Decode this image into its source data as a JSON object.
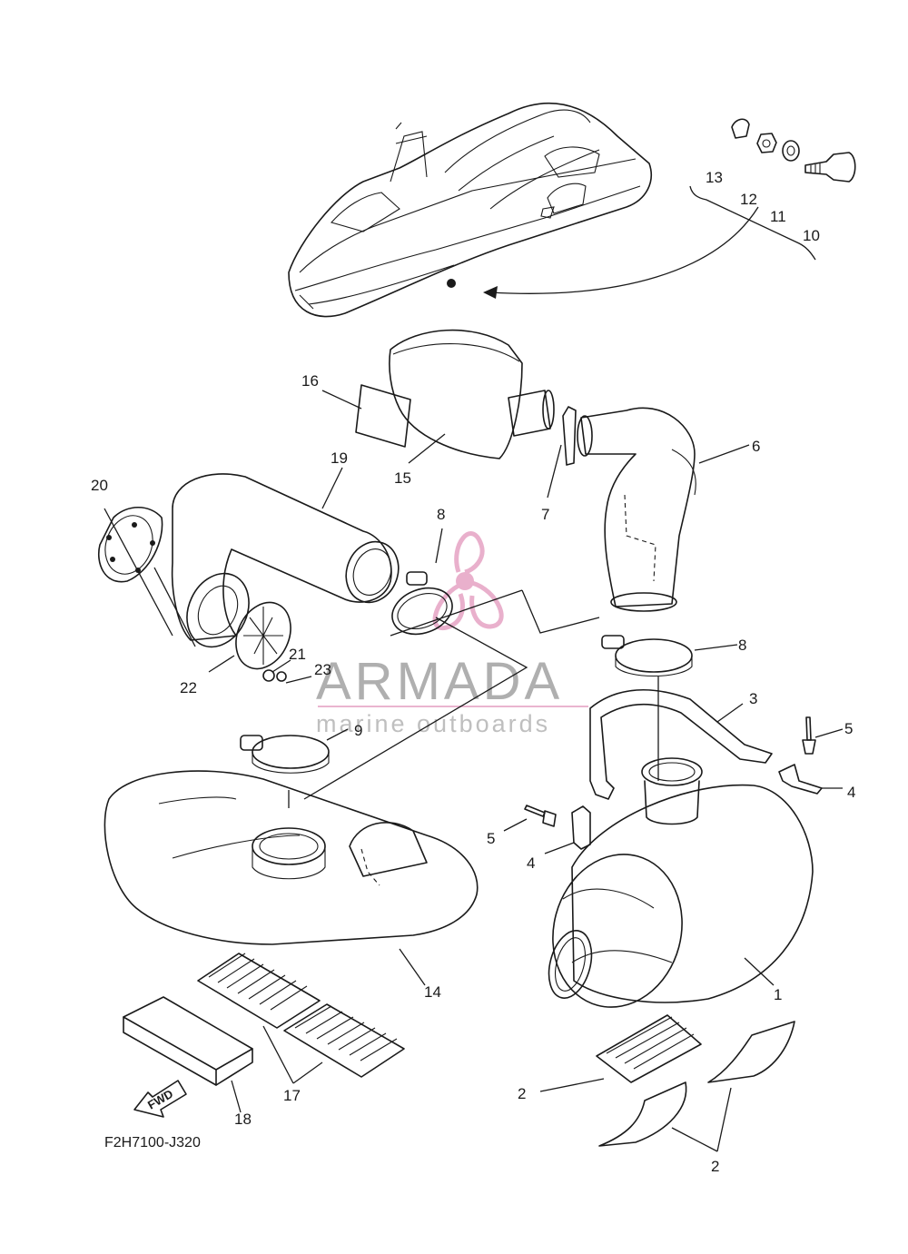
{
  "diagram_code": "F2H7100-J320",
  "fwd_label": "FWD",
  "watermark": {
    "title": "ARMADA",
    "subtitle": "marine outboards",
    "accent_color": "#e6a3c4"
  },
  "callouts": [
    {
      "id": "c1",
      "label": "1"
    },
    {
      "id": "c2a",
      "label": "2"
    },
    {
      "id": "c2b",
      "label": "2"
    },
    {
      "id": "c3",
      "label": "3"
    },
    {
      "id": "c4a",
      "label": "4"
    },
    {
      "id": "c4b",
      "label": "4"
    },
    {
      "id": "c5a",
      "label": "5"
    },
    {
      "id": "c5b",
      "label": "5"
    },
    {
      "id": "c6",
      "label": "6"
    },
    {
      "id": "c7",
      "label": "7"
    },
    {
      "id": "c8a",
      "label": "8"
    },
    {
      "id": "c8b",
      "label": "8"
    },
    {
      "id": "c9",
      "label": "9"
    },
    {
      "id": "c10",
      "label": "10"
    },
    {
      "id": "c11",
      "label": "11"
    },
    {
      "id": "c12",
      "label": "12"
    },
    {
      "id": "c13",
      "label": "13"
    },
    {
      "id": "c14",
      "label": "14"
    },
    {
      "id": "c15",
      "label": "15"
    },
    {
      "id": "c16",
      "label": "16"
    },
    {
      "id": "c17",
      "label": "17"
    },
    {
      "id": "c18",
      "label": "18"
    },
    {
      "id": "c19",
      "label": "19"
    },
    {
      "id": "c20",
      "label": "20"
    },
    {
      "id": "c21",
      "label": "21"
    },
    {
      "id": "c22",
      "label": "22"
    },
    {
      "id": "c23",
      "label": "23"
    }
  ]
}
